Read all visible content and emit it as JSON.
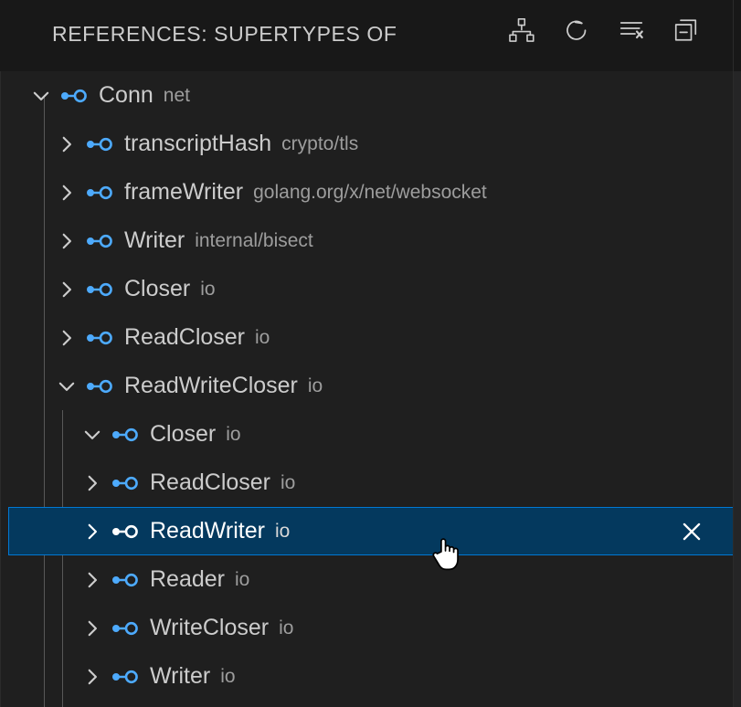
{
  "panel": {
    "title": "REFERENCES: SUPERTYPES OF",
    "background": "#1f1f1f",
    "header_background": "#181818",
    "selected_background": "#04395e",
    "focus_border": "#0078d4",
    "icon_color": "#4daafc",
    "text_color": "#cccccc",
    "description_color": "#9d9d9d"
  },
  "header_actions": [
    {
      "name": "type-hierarchy-icon",
      "tooltip": "Show Type Hierarchy"
    },
    {
      "name": "refresh-icon",
      "tooltip": "Refresh"
    },
    {
      "name": "clear-all-icon",
      "tooltip": "Clear All"
    },
    {
      "name": "collapse-all-icon",
      "tooltip": "Collapse All"
    }
  ],
  "tree": {
    "rows": [
      {
        "label": "Conn",
        "description": "net",
        "indent": 0,
        "twisty": "expanded",
        "selected": false
      },
      {
        "label": "transcriptHash",
        "description": "crypto/tls",
        "indent": 1,
        "twisty": "collapsed",
        "selected": false
      },
      {
        "label": "frameWriter",
        "description": "golang.org/x/net/websocket",
        "indent": 1,
        "twisty": "collapsed",
        "selected": false
      },
      {
        "label": "Writer",
        "description": "internal/bisect",
        "indent": 1,
        "twisty": "collapsed",
        "selected": false
      },
      {
        "label": "Closer",
        "description": "io",
        "indent": 1,
        "twisty": "collapsed",
        "selected": false
      },
      {
        "label": "ReadCloser",
        "description": "io",
        "indent": 1,
        "twisty": "collapsed",
        "selected": false
      },
      {
        "label": "ReadWriteCloser",
        "description": "io",
        "indent": 1,
        "twisty": "expanded",
        "selected": false
      },
      {
        "label": "Closer",
        "description": "io",
        "indent": 2,
        "twisty": "expanded",
        "selected": false
      },
      {
        "label": "ReadCloser",
        "description": "io",
        "indent": 2,
        "twisty": "collapsed",
        "selected": false
      },
      {
        "label": "ReadWriter",
        "description": "io",
        "indent": 2,
        "twisty": "collapsed",
        "selected": true,
        "close_button": true
      },
      {
        "label": "Reader",
        "description": "io",
        "indent": 2,
        "twisty": "collapsed",
        "selected": false
      },
      {
        "label": "WriteCloser",
        "description": "io",
        "indent": 2,
        "twisty": "collapsed",
        "selected": false
      },
      {
        "label": "Writer",
        "description": "io",
        "indent": 2,
        "twisty": "collapsed",
        "selected": false
      }
    ]
  }
}
